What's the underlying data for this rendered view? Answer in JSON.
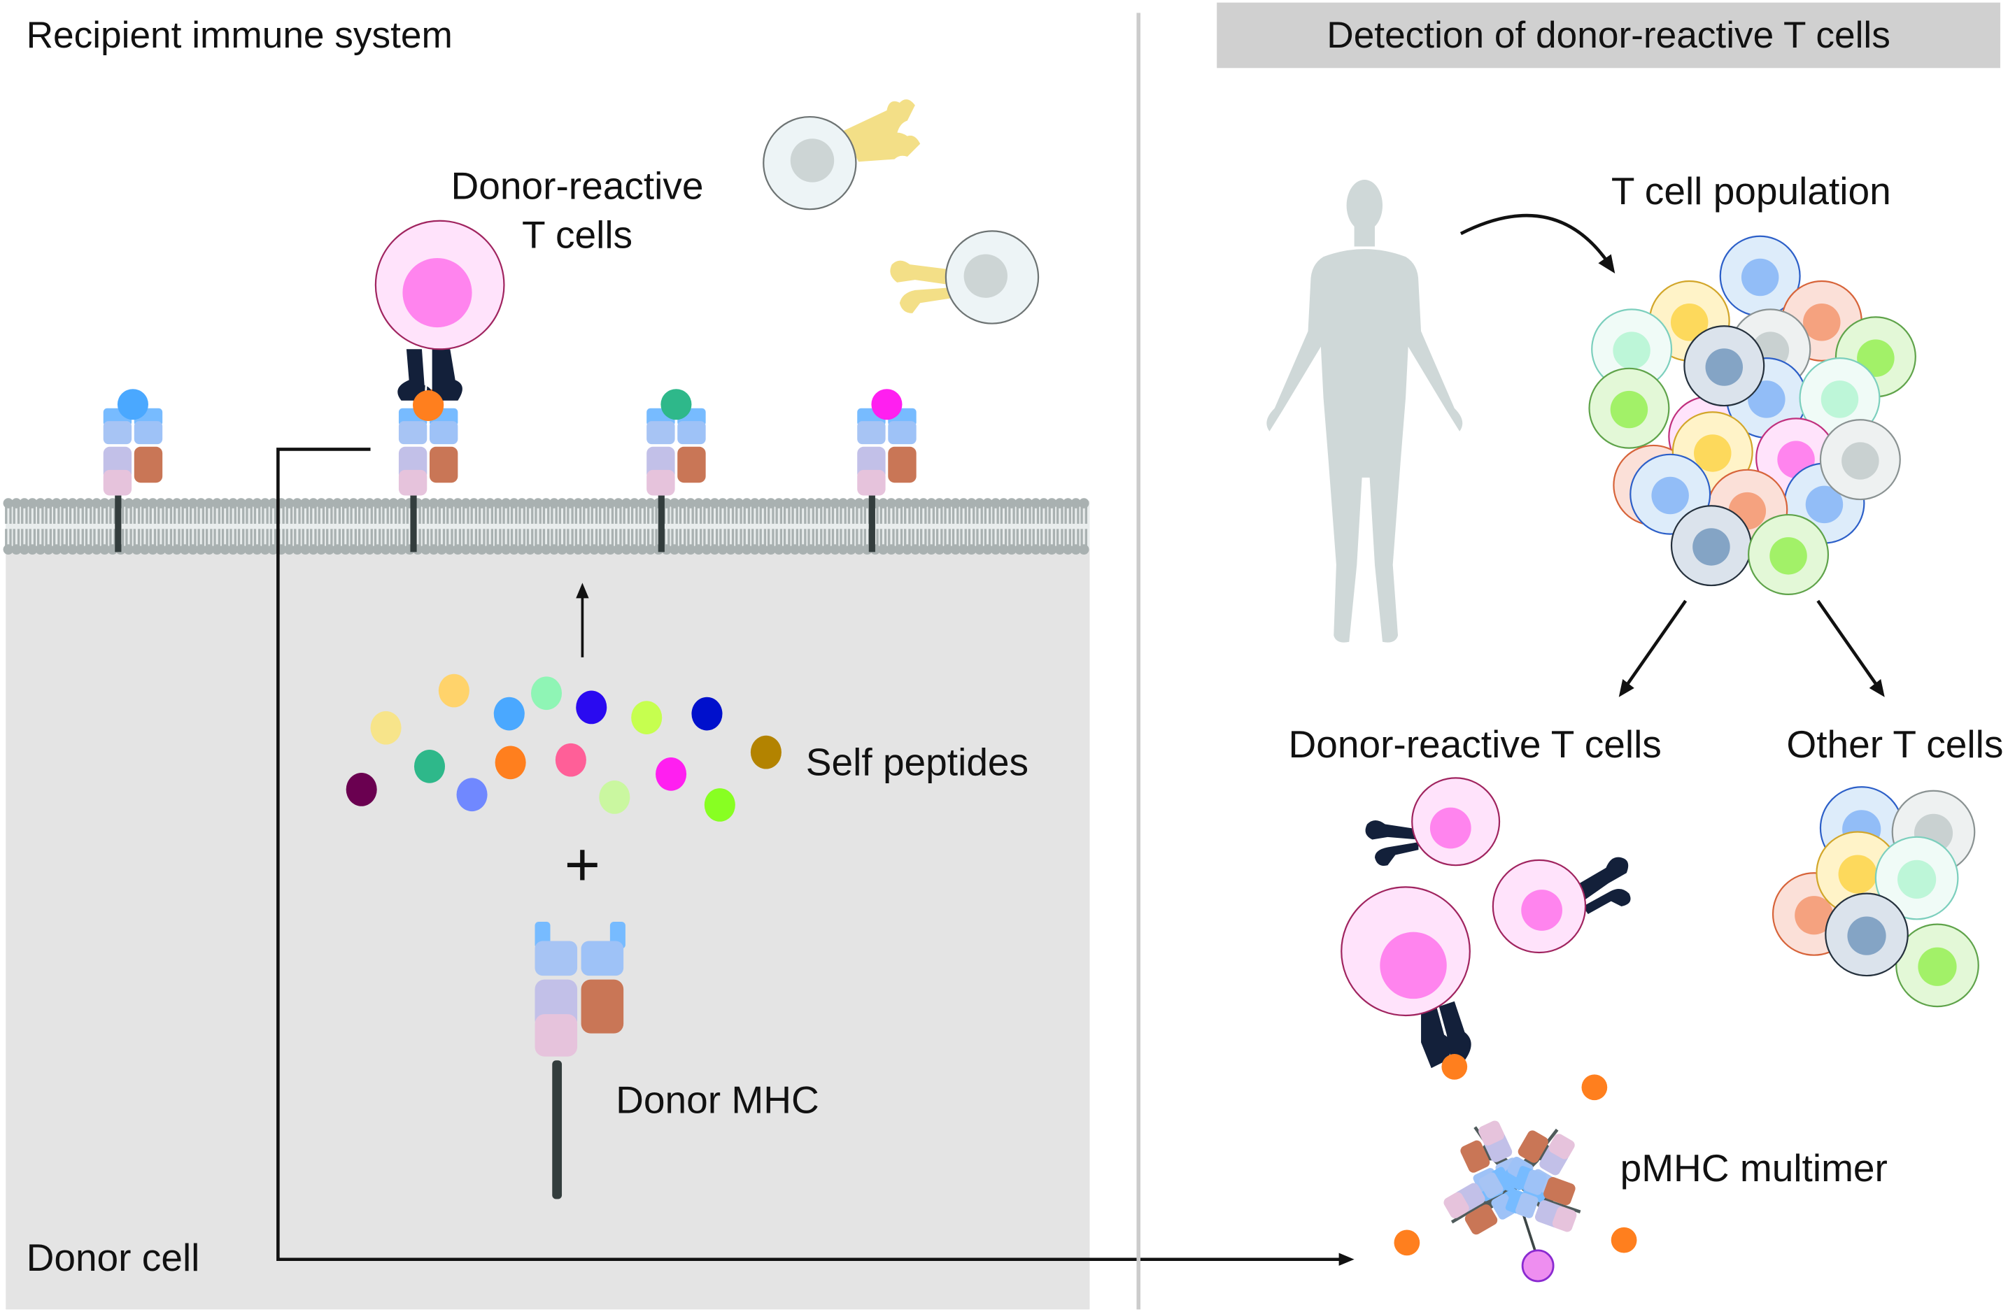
{
  "left_panel": {
    "title": "Recipient immune system",
    "donor_reactive_label_line1": "Donor-reactive",
    "donor_reactive_label_line2": "T cells",
    "self_peptides_label": "Self peptides",
    "plus_sign": "+",
    "donor_mhc_label": "Donor MHC",
    "donor_cell_label": "Donor cell",
    "surface_mhc_peptide_colors": [
      "#4aa8ff",
      "#ff7f1e",
      "#2eb88a",
      "#ff1ff0"
    ],
    "self_peptide_colors": [
      "#6a0050",
      "#f7e48a",
      "#2eb88a",
      "#ffd36b",
      "#7088ff",
      "#4aa8ff",
      "#ff7f1e",
      "#8ff5b5",
      "#ff5f98",
      "#2a0af0",
      "#caf7a0",
      "#c6ff4f",
      "#ff1ff0",
      "#0010cc",
      "#88ff22",
      "#b38300"
    ]
  },
  "right_panel": {
    "title": "Detection of donor-reactive T cells",
    "t_cell_population_label": "T cell population",
    "donor_reactive_label": "Donor-reactive T cells",
    "other_label": "Other T cells",
    "multimer_label": "pMHC multimer"
  },
  "colors": {
    "cytoplasm": "#e4e4e4",
    "membrane": "#a9b1b1",
    "header_bar": "#d0d0d0",
    "divider": "#cccccc",
    "reactive_cell_fill": "#ffe3fb",
    "reactive_cell_nucleus": "#ff84ee",
    "tcr": "#13203a",
    "mhc_alpha_top": "#77bbff",
    "mhc_alpha_mid": "#a7c4f4",
    "mhc_alpha3": "#c2c0e8",
    "mhc_stem": "#e6c3dc",
    "b2m": "#c97656"
  }
}
